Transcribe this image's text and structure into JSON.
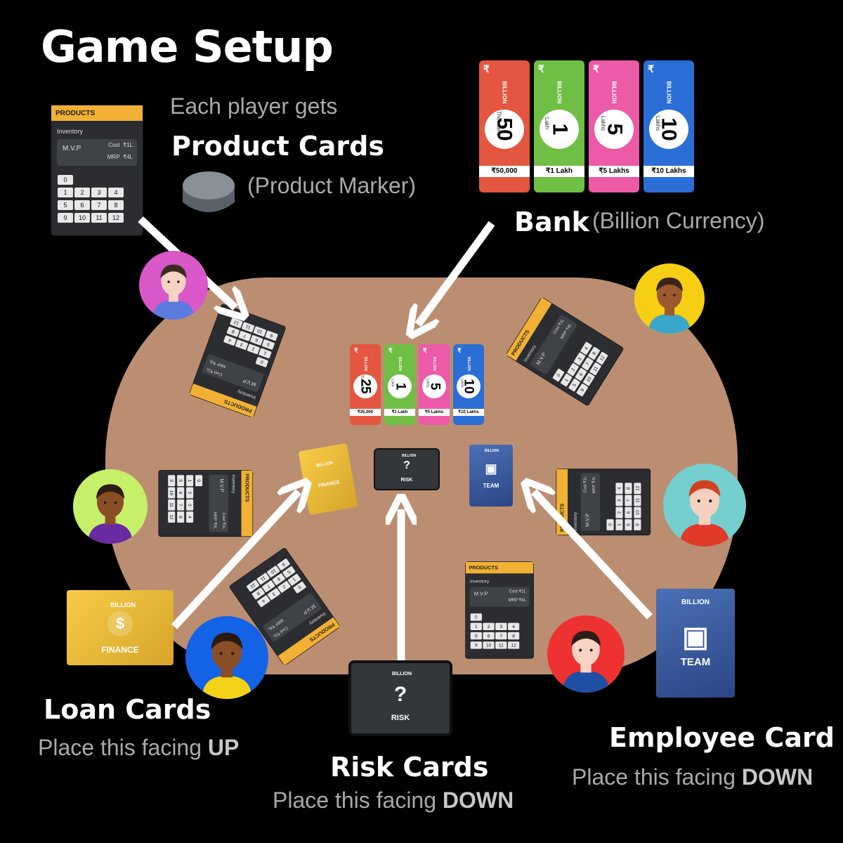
{
  "title": "Game Setup",
  "product_section": {
    "intro": "Each player gets",
    "heading": "Product Cards",
    "marker": "(Product Marker)"
  },
  "product_card": {
    "header": "PRODUCTS",
    "inventory": "Inventory",
    "product": "M.V.P",
    "cost_label": "Cost",
    "cost_value": "₹1L",
    "mrp_label": "MRP",
    "mrp_value": "₹4L",
    "keys": [
      "0",
      "1",
      "2",
      "3",
      "4",
      "5",
      "6",
      "7",
      "8",
      "9",
      "10",
      "11",
      "12"
    ]
  },
  "bank_section": {
    "heading": "Bank",
    "sub": "(Billion Currency)"
  },
  "bank_notes": [
    {
      "value": "50",
      "unit": "Thousand",
      "label": "₹50,000",
      "color": "#e4563f"
    },
    {
      "value": "1",
      "unit": "Lakh",
      "label": "₹1 Lakh",
      "color": "#6fbf45"
    },
    {
      "value": "5",
      "unit": "Lakhs",
      "label": "₹5 Lakhs",
      "color": "#ec5aa8"
    },
    {
      "value": "10",
      "unit": "Lakhs",
      "label": "₹10 Lakhs",
      "color": "#2b6ed6"
    }
  ],
  "table_notes": [
    {
      "value": "25",
      "unit": "Thousand",
      "label": "₹25,000",
      "color": "#e4563f"
    },
    {
      "value": "1",
      "unit": "Lakh",
      "label": "₹1 Lakh",
      "color": "#6fbf45"
    },
    {
      "value": "5",
      "unit": "Lakhs",
      "label": "₹5 Lakhs",
      "color": "#ec5aa8"
    },
    {
      "value": "10",
      "unit": "Lakhs",
      "label": "₹10 Lakhs",
      "color": "#2b6ed6"
    }
  ],
  "brand": "BILLION",
  "finance_card": {
    "label": "FINANCE"
  },
  "risk_card": {
    "label": "RISK"
  },
  "team_card": {
    "label": "TEAM"
  },
  "loan_section": {
    "heading": "Loan Cards",
    "sub": "Place this facing ",
    "sub_bold": "UP"
  },
  "risk_section": {
    "heading": "Risk Cards",
    "sub": "Place this facing ",
    "sub_bold": "DOWN"
  },
  "employee_section": {
    "heading": "Employee Card",
    "sub": "Place this facing ",
    "sub_bold": "DOWN"
  },
  "colors": {
    "table": "#bb8e72",
    "accent": "#f2b134"
  }
}
